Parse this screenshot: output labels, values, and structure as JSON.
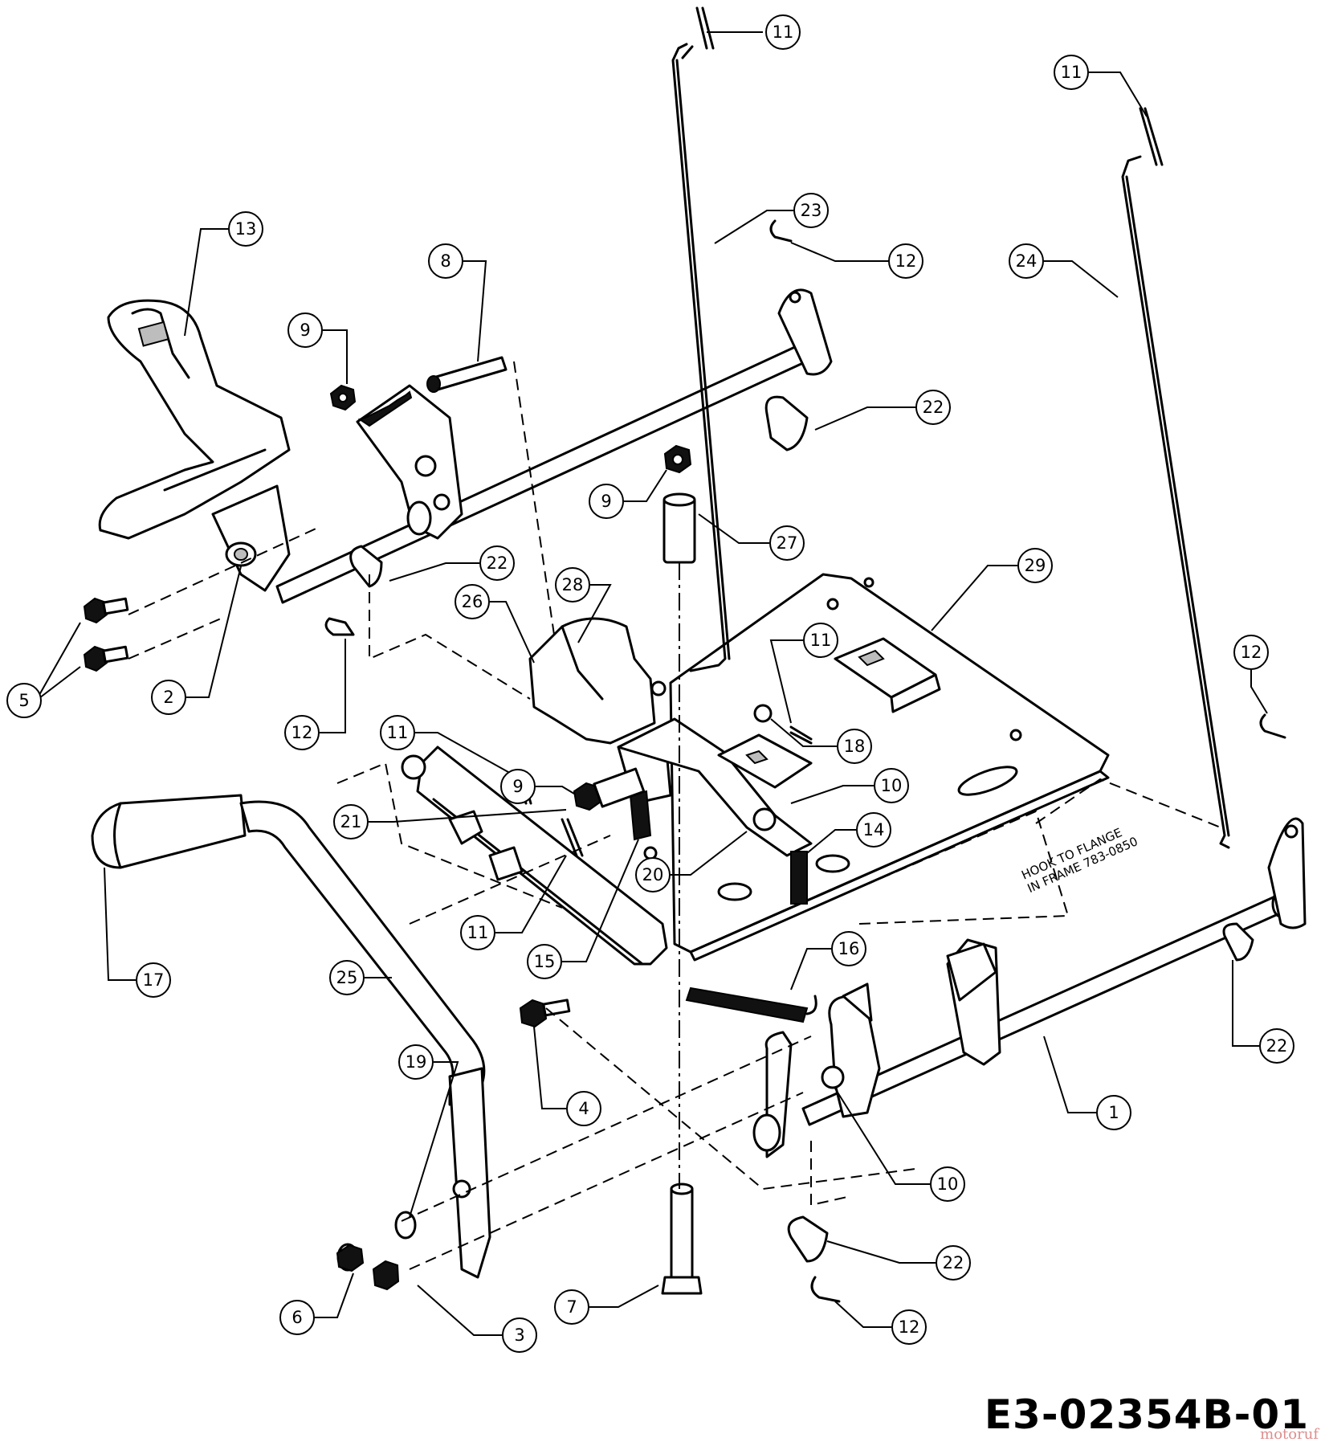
{
  "drawing": {
    "code": "E3-02354B-01",
    "frame_note_line1": "HOOK TO FLANGE",
    "frame_note_line2": "IN FRAME 783-0850",
    "watermark": "motoruf"
  },
  "callouts": [
    {
      "id": "c-11a",
      "num": "11"
    },
    {
      "id": "c-11b",
      "num": "11"
    },
    {
      "id": "c-23",
      "num": "23"
    },
    {
      "id": "c-12a",
      "num": "12"
    },
    {
      "id": "c-24",
      "num": "24"
    },
    {
      "id": "c-13",
      "num": "13"
    },
    {
      "id": "c-8",
      "num": "8"
    },
    {
      "id": "c-9a",
      "num": "9"
    },
    {
      "id": "c-22a",
      "num": "22"
    },
    {
      "id": "c-9b",
      "num": "9"
    },
    {
      "id": "c-27",
      "num": "27"
    },
    {
      "id": "c-22b",
      "num": "22"
    },
    {
      "id": "c-28",
      "num": "28"
    },
    {
      "id": "c-29",
      "num": "29"
    },
    {
      "id": "c-26",
      "num": "26"
    },
    {
      "id": "c-11c",
      "num": "11"
    },
    {
      "id": "c-12b",
      "num": "12"
    },
    {
      "id": "c-5",
      "num": "5"
    },
    {
      "id": "c-2",
      "num": "2"
    },
    {
      "id": "c-12c",
      "num": "12"
    },
    {
      "id": "c-11d",
      "num": "11"
    },
    {
      "id": "c-18",
      "num": "18"
    },
    {
      "id": "c-9c",
      "num": "9"
    },
    {
      "id": "c-10a",
      "num": "10"
    },
    {
      "id": "c-21",
      "num": "21"
    },
    {
      "id": "c-14",
      "num": "14"
    },
    {
      "id": "c-20",
      "num": "20"
    },
    {
      "id": "c-11e",
      "num": "11"
    },
    {
      "id": "c-15",
      "num": "15"
    },
    {
      "id": "c-16",
      "num": "16"
    },
    {
      "id": "c-17",
      "num": "17"
    },
    {
      "id": "c-25",
      "num": "25"
    },
    {
      "id": "c-22c",
      "num": "22"
    },
    {
      "id": "c-19",
      "num": "19"
    },
    {
      "id": "c-4",
      "num": "4"
    },
    {
      "id": "c-1",
      "num": "1"
    },
    {
      "id": "c-10b",
      "num": "10"
    },
    {
      "id": "c-22d",
      "num": "22"
    },
    {
      "id": "c-6",
      "num": "6"
    },
    {
      "id": "c-7",
      "num": "7"
    },
    {
      "id": "c-3",
      "num": "3"
    },
    {
      "id": "c-12d",
      "num": "12"
    }
  ]
}
